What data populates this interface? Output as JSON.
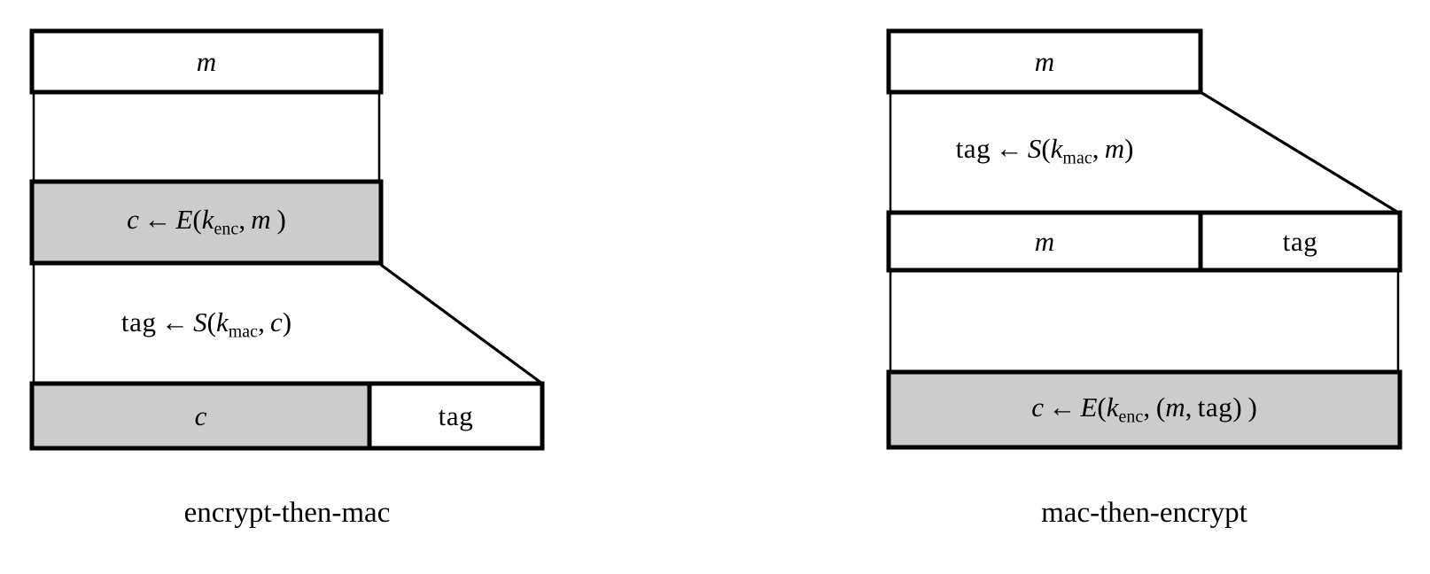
{
  "figure": {
    "type": "diagram",
    "subject": "authenticated encryption constructions",
    "background_color": "#ffffff",
    "stroke_color": "#000000",
    "highlight_fill": "#cccccc",
    "plain_fill": "#ffffff"
  },
  "left_diagram": {
    "caption": "encrypt-then-mac",
    "rows": [
      {
        "id": "l-row-message",
        "kind": "data-block",
        "fill": "plain",
        "cells": [
          {
            "id": "l-msg",
            "text": "m",
            "style": "italic",
            "fill": "plain"
          }
        ]
      },
      {
        "id": "l-row-encrypt-op",
        "kind": "operation-block",
        "fill": "highlight",
        "operation": {
          "result": "c",
          "arrow": "←",
          "function": "E",
          "args": [
            "k_enc",
            "m"
          ],
          "rendered": "c ← E(k_enc, m )"
        }
      },
      {
        "id": "l-row-mac-op",
        "kind": "operation-label",
        "fill": "plain",
        "operation": {
          "result": "tag",
          "arrow": "←",
          "function": "S",
          "args": [
            "k_mac",
            "c"
          ],
          "rendered": "tag ← S(k_mac, c)"
        }
      },
      {
        "id": "l-row-output",
        "kind": "data-block",
        "fill": "mixed",
        "cells": [
          {
            "id": "l-out-c",
            "text": "c",
            "style": "italic",
            "fill": "highlight"
          },
          {
            "id": "l-out-tag",
            "text": "tag",
            "style": "roman",
            "fill": "plain"
          }
        ]
      }
    ]
  },
  "right_diagram": {
    "caption": "mac-then-encrypt",
    "rows": [
      {
        "id": "r-row-message",
        "kind": "data-block",
        "fill": "plain",
        "cells": [
          {
            "id": "r-msg",
            "text": "m",
            "style": "italic",
            "fill": "plain"
          }
        ]
      },
      {
        "id": "r-row-mac-op",
        "kind": "operation-label",
        "fill": "plain",
        "operation": {
          "result": "tag",
          "arrow": "←",
          "function": "S",
          "args": [
            "k_mac",
            "m"
          ],
          "rendered": "tag ← S(k_mac, m)"
        }
      },
      {
        "id": "r-row-mid",
        "kind": "data-block",
        "fill": "plain",
        "cells": [
          {
            "id": "r-mid-m",
            "text": "m",
            "style": "italic",
            "fill": "plain"
          },
          {
            "id": "r-mid-tag",
            "text": "tag",
            "style": "roman",
            "fill": "plain"
          }
        ]
      },
      {
        "id": "r-row-encrypt-op",
        "kind": "operation-block",
        "fill": "highlight",
        "operation": {
          "result": "c",
          "arrow": "←",
          "function": "E",
          "args": [
            "k_enc",
            "(m, tag)"
          ],
          "rendered": "c ← E(k_enc, (m, tag) )"
        }
      }
    ]
  },
  "symbols": {
    "arrow_left": "←",
    "message": "m",
    "ciphertext": "c",
    "tag": "tag",
    "encrypt_fn": "E",
    "sign_fn": "S",
    "key": "k",
    "sub_enc": "enc",
    "sub_mac": "mac",
    "comma": ",",
    "paren_open": "(",
    "paren_close": ")"
  }
}
